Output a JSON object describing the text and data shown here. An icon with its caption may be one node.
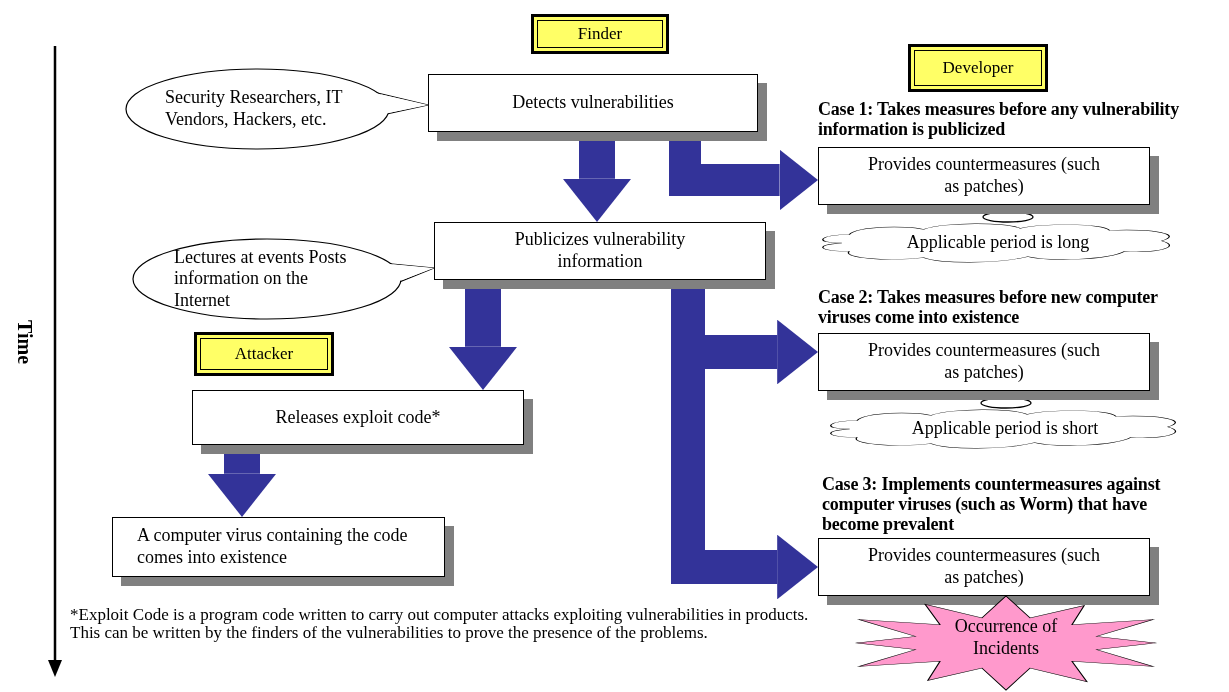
{
  "diagram": {
    "nodes": [
      {
        "text": [
          "Finder"
        ]
      },
      {
        "text": [
          "Developer"
        ]
      },
      {
        "text": [
          "Attacker"
        ]
      },
      {
        "text": [
          "Security Researchers, IT Vendors, Hackers, etc."
        ]
      },
      {
        "text": [
          "Detects vulnerabilities"
        ]
      },
      {
        "text": [
          "Provides countermeasures (such as patches)"
        ],
        "beside": [
          "Case 1: Takes measures before any vulnerability information is publicized"
        ]
      },
      {
        "text": [
          "Applicable period is long"
        ]
      },
      {
        "text": [
          "Lectures at events Posts information on the Internet"
        ]
      },
      {
        "text": [
          "Publicizes vulnerability information"
        ]
      },
      {
        "text": [
          "Releases exploit code*"
        ]
      },
      {
        "text": [
          "A computer virus containing the code comes into existence"
        ]
      },
      {
        "text": [
          "Provides countermeasures (such as patches)"
        ],
        "beside": [
          "Case 2: Takes measures before new computer viruses come into existence"
        ]
      },
      {
        "text": [
          "Applicable period is short"
        ]
      },
      {
        "text": [
          "Provides countermeasures (such as patches)"
        ],
        "beside": [
          "Case 3: Implements countermeasures against computer viruses (such as Worm) that have become prevalent"
        ]
      },
      {
        "text": [
          "Occurrence of Incidents"
        ]
      }
    ],
    "edges": [
      {
        "from": 4,
        "to": 8,
        "arrow": "to"
      },
      {
        "from": 4,
        "to": 5,
        "arrow": "to"
      },
      {
        "from": 8,
        "to": 9,
        "arrow": "to"
      },
      {
        "from": 9,
        "to": 10,
        "arrow": "to"
      },
      {
        "from": 8,
        "to": 11,
        "arrow": "to"
      },
      {
        "from": 8,
        "to": 13,
        "arrow": "to"
      }
    ],
    "labels": [
      "Time",
      "*Exploit Code is a program code written to carry out computer attacks exploiting vulnerabilities in products. This can be written by the finders of the vulnerabilities to prove the presence of the problems."
    ]
  }
}
